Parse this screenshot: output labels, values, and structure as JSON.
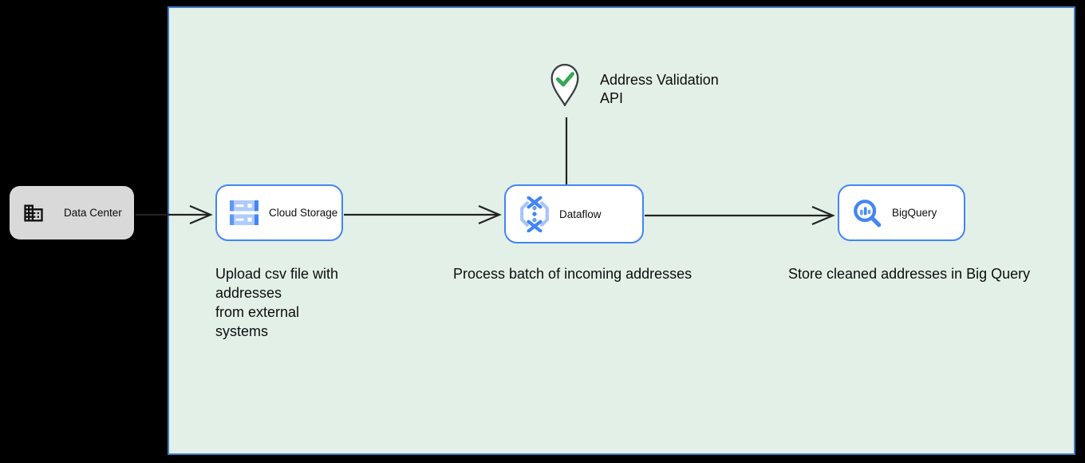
{
  "nodes": {
    "data_center": {
      "label": "Data Center"
    },
    "cloud_storage": {
      "label": "Cloud Storage"
    },
    "dataflow": {
      "label": "Dataflow"
    },
    "bigquery": {
      "label": "BigQuery"
    },
    "address_validation": {
      "label": "Address Validation\nAPI"
    }
  },
  "captions": {
    "cloud_storage": "Upload csv file with\naddresses\nfrom external\nsystems",
    "dataflow": "Process batch of incoming addresses",
    "bigquery": "Store cleaned addresses in Big Query"
  },
  "icons": {
    "data_center": "building-icon",
    "cloud_storage": "cloud-storage-icon",
    "dataflow": "dataflow-icon",
    "bigquery": "bigquery-magnifier-icon",
    "address_validation": "map-pin-check-icon"
  },
  "colors": {
    "canvas_bg": "#000000",
    "container_fill": "#e3f0e8",
    "container_border": "#3b7cc0",
    "node_fill": "#ffffff",
    "node_border": "#4285f4",
    "data_center_fill": "#d9d9d9",
    "arrow": "#222222",
    "text": "#0d0d0d",
    "pin_outline": "#3c4043",
    "check_green": "#34a853",
    "icon_blue": "#4285f4",
    "icon_light_blue": "#aecbfa"
  }
}
